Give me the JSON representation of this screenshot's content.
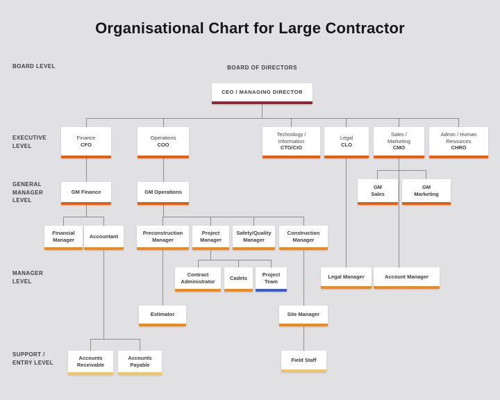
{
  "title": "Organisational Chart for Large Contractor",
  "level_labels": {
    "board": "BOARD LEVEL",
    "executive": "EXECUTIVE LEVEL",
    "general_manager": "GENERAL MANAGER LEVEL",
    "manager": "MANAGER LEVEL",
    "support": "SUPPORT / ENTRY LEVEL"
  },
  "board_of_directors": "BOARD OF DIRECTORS",
  "nodes": {
    "ceo": {
      "label": "CEO / MANAGING DIRECTOR"
    },
    "finance": {
      "line1": "Finance",
      "line2": "CFO"
    },
    "operations": {
      "line1": "Operations",
      "line2": "COO"
    },
    "technology": {
      "line1": "Technology / Information",
      "line2": "CTO/CIO"
    },
    "legal": {
      "line1": "Legal",
      "line2": "CLO"
    },
    "sales": {
      "line1": "Sales / Marketing",
      "line2": "CMO"
    },
    "admin": {
      "line1": "Admin / Human Resources",
      "line2": "CHRO"
    },
    "gm_finance": {
      "label": "GM Finance"
    },
    "gm_operations": {
      "label": "GM Operations"
    },
    "gm_sales": {
      "label": "GM Sales"
    },
    "gm_marketing": {
      "label": "GM Marketing"
    },
    "financial_manager": {
      "label": "Financial Manager"
    },
    "accountant": {
      "label": "Accountant"
    },
    "preconstruction_manager": {
      "label": "Preconstruction Manager"
    },
    "project_manager": {
      "label": "Project Manager"
    },
    "safety_quality_manager": {
      "label": "Safety/Quality Manager"
    },
    "construction_manager": {
      "label": "Construction Manager"
    },
    "contract_administrator": {
      "label": "Contract Administrator"
    },
    "cadets": {
      "label": "Cadets"
    },
    "project_team": {
      "label": "Project Team"
    },
    "legal_manager": {
      "label": "Legal Manager"
    },
    "account_manager": {
      "label": "Account Manager"
    },
    "estimator": {
      "label": "Estimator"
    },
    "site_manager": {
      "label": "Site Manager"
    },
    "accounts_receivable": {
      "label": "Accounts Receivable"
    },
    "accounts_payable": {
      "label": "Accounts Payable"
    },
    "field_staff": {
      "label": "Field Staff"
    }
  },
  "edges": [
    [
      "CEO / MANAGING DIRECTOR",
      "Finance CFO"
    ],
    [
      "CEO / MANAGING DIRECTOR",
      "Operations COO"
    ],
    [
      "CEO / MANAGING DIRECTOR",
      "Technology / Information CTO/CIO"
    ],
    [
      "CEO / MANAGING DIRECTOR",
      "Legal CLO"
    ],
    [
      "CEO / MANAGING DIRECTOR",
      "Sales / Marketing CMO"
    ],
    [
      "CEO / MANAGING DIRECTOR",
      "Admin / Human Resources CHRO"
    ],
    [
      "Finance CFO",
      "GM Finance"
    ],
    [
      "Operations COO",
      "GM Operations"
    ],
    [
      "GM Finance",
      "Financial Manager"
    ],
    [
      "GM Finance",
      "Accountant"
    ],
    [
      "GM Operations",
      "Preconstruction Manager"
    ],
    [
      "GM Operations",
      "Project Manager"
    ],
    [
      "GM Operations",
      "Safety/Quality Manager"
    ],
    [
      "GM Operations",
      "Construction Manager"
    ],
    [
      "Project Manager",
      "Contract Administrator"
    ],
    [
      "Project Manager",
      "Cadets"
    ],
    [
      "Project Manager",
      "Project Team"
    ],
    [
      "Preconstruction Manager",
      "Estimator"
    ],
    [
      "Construction Manager",
      "Site Manager"
    ],
    [
      "Site Manager",
      "Field Staff"
    ],
    [
      "Accountant",
      "Accounts Receivable"
    ],
    [
      "Accountant",
      "Accounts Payable"
    ],
    [
      "Legal CLO",
      "Legal Manager"
    ],
    [
      "Sales / Marketing CMO",
      "GM Sales"
    ],
    [
      "Sales / Marketing CMO",
      "GM Marketing"
    ],
    [
      "Sales / Marketing CMO",
      "Account Manager"
    ]
  ],
  "colors": {
    "background": "#e1e1e3",
    "box": "#ffffff",
    "text": "#3a3a3c",
    "underline_board": "#8d2834",
    "underline_executive": "#e65e0f",
    "underline_manager": "#ee8a1c",
    "underline_support": "#f2c469",
    "underline_project_team": "#3c5cc5",
    "connector": "#8c8c8c"
  }
}
